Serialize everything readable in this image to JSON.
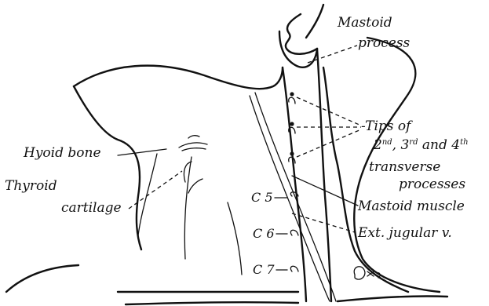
{
  "labels": {
    "mastoid_process_1": "Mastoid",
    "mastoid_process_2": "process",
    "tips_1": "-Tips of",
    "tips_2a": "2",
    "tips_2a_sup": "nd",
    "tips_2b": ", 3",
    "tips_2b_sup": "rd",
    "tips_2c": " and 4",
    "tips_2c_sup": "th",
    "tips_3": "transverse",
    "tips_4": "processes",
    "mastoid_muscle": "Mastoid muscle",
    "ext_jugular": "Ext. jugular v.",
    "hyoid_bone": "Hyoid bone",
    "thyroid_1": "Thyroid",
    "thyroid_2": "cartilage",
    "c5": "C 5",
    "c6": "C 6",
    "c7": "C 7"
  },
  "colors": {
    "ink": "#111111",
    "paper": "#ffffff"
  }
}
